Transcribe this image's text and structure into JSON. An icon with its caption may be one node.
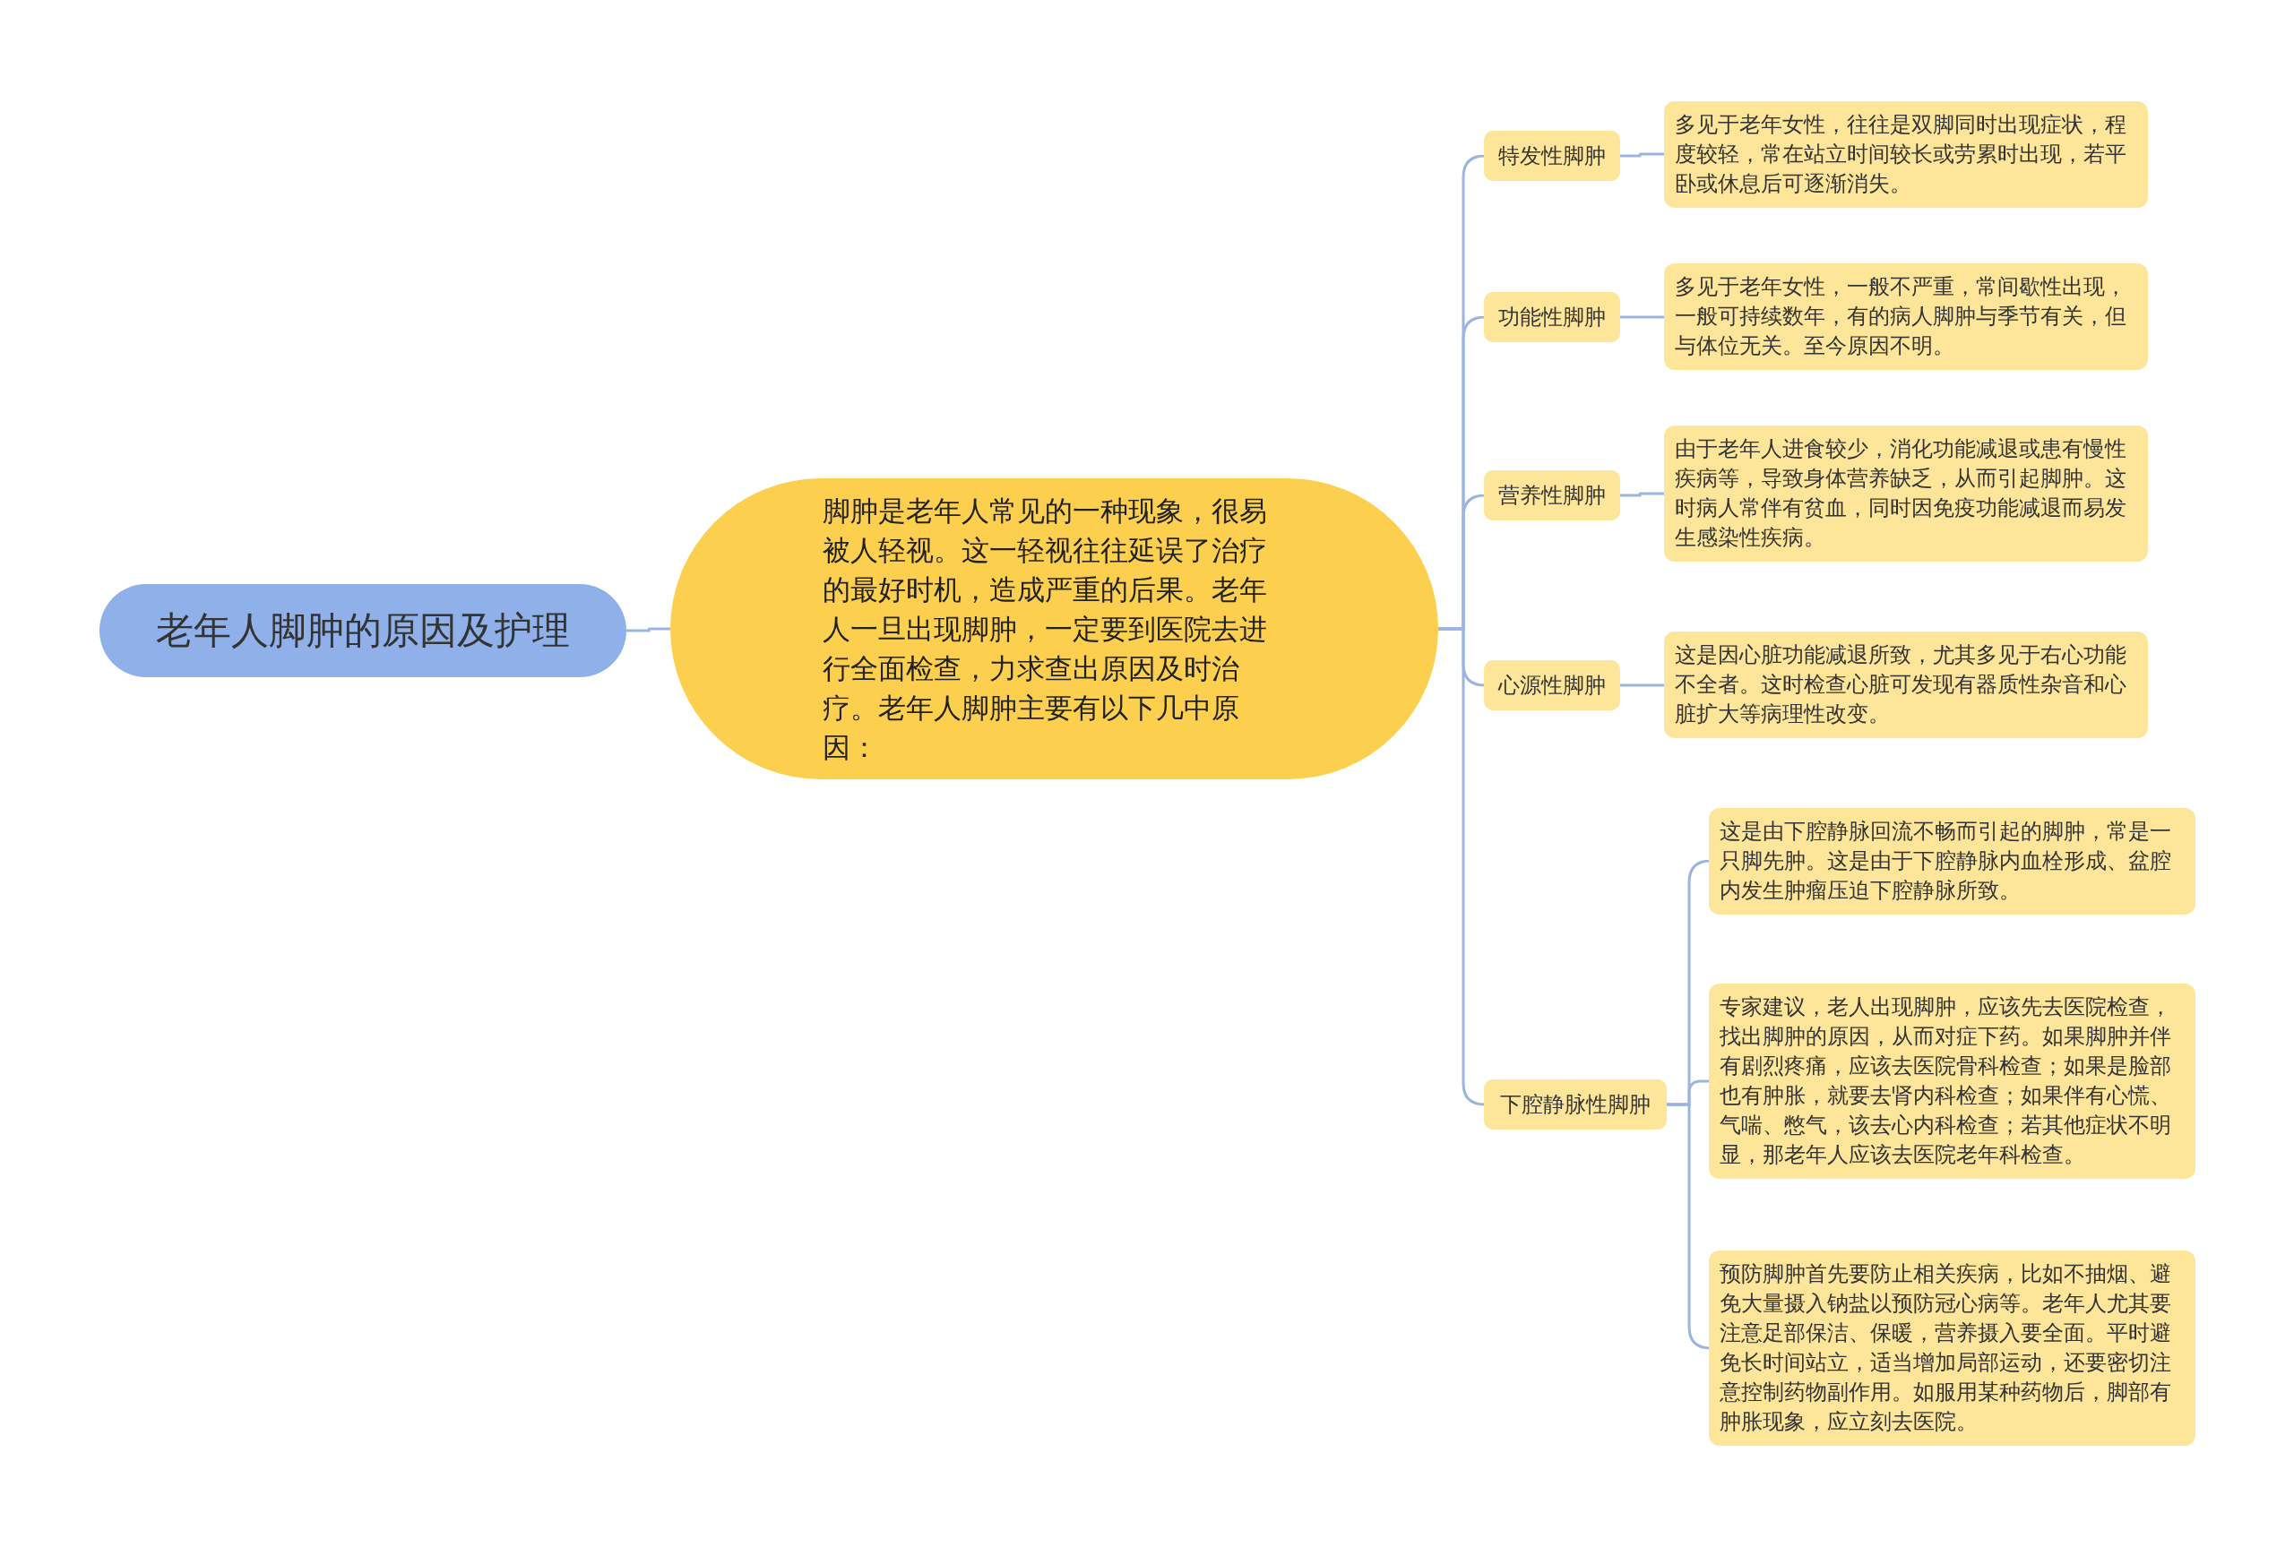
{
  "diagram": {
    "nodes": [
      {
        "text": [
          "老年人脚肿的原因及护理"
        ]
      },
      {
        "text": [
          "脚肿是老年人常见的一种现象，很易被人轻视。这一轻视往往延误了治疗的最好时机，造成严重的后果。老年人一旦出现脚肿，一定要到医院去进行全面检查，力求查出原因及时治疗。老年人脚肿主要有以下几中原因："
        ]
      },
      {
        "text": [
          "特发性脚肿"
        ]
      },
      {
        "text": [
          "多见于老年女性，往往是双脚同时出现症状，程度较轻，常在站立时间较长或劳累时出现，若平卧或休息后可逐渐消失。"
        ]
      },
      {
        "text": [
          "功能性脚肿"
        ]
      },
      {
        "text": [
          "多见于老年女性，一般不严重，常间歇性出现，一般可持续数年，有的病人脚肿与季节有关，但与体位无关。至今原因不明。"
        ]
      },
      {
        "text": [
          "营养性脚肿"
        ]
      },
      {
        "text": [
          "由于老年人进食较少，消化功能减退或患有慢性疾病等，导致身体营养缺乏，从而引起脚肿。这时病人常伴有贫血，同时因免疫功能减退而易发生感染性疾病。"
        ]
      },
      {
        "text": [
          "心源性脚肿"
        ]
      },
      {
        "text": [
          "这是因心脏功能减退所致，尤其多见于右心功能不全者。这时检查心脏可发现有器质性杂音和心脏扩大等病理性改变。"
        ]
      },
      {
        "text": [
          "下腔静脉性脚肿"
        ]
      },
      {
        "text": [
          "这是由下腔静脉回流不畅而引起的脚肿，常是一只脚先肿。这是由于下腔静脉内血栓形成、盆腔内发生肿瘤压迫下腔静脉所致。"
        ]
      },
      {
        "text": [
          "专家建议，老人出现脚肿，应该先去医院检查，找出脚肿的原因，从而对症下药。如果脚肿并伴有剧烈疼痛，应该去医院骨科检查；如果是脸部也有肿胀，就要去肾内科检查；如果伴有心慌、气喘、憋气，该去心内科检查；若其他症状不明显，那老年人应该去医院老年科检查。"
        ]
      },
      {
        "text": [
          "预防脚肿首先要防止相关疾病，比如不抽烟、避免大量摄入钠盐以预防冠心病等。老年人尤其要注意足部保洁、保暖，营养摄入要全面。平时避免长时间站立，适当增加局部运动，还要密切注意控制药物副作用。如服用某种药物后，脚部有肿胀现象，应立刻去医院。"
        ]
      }
    ],
    "edges": [
      {
        "from": 0,
        "to": 1,
        "arrow": "none"
      },
      {
        "from": 1,
        "to": 2,
        "arrow": "none"
      },
      {
        "from": 1,
        "to": 4,
        "arrow": "none"
      },
      {
        "from": 1,
        "to": 6,
        "arrow": "none"
      },
      {
        "from": 1,
        "to": 8,
        "arrow": "none"
      },
      {
        "from": 1,
        "to": 10,
        "arrow": "none"
      },
      {
        "from": 2,
        "to": 3,
        "arrow": "none"
      },
      {
        "from": 4,
        "to": 5,
        "arrow": "none"
      },
      {
        "from": 6,
        "to": 7,
        "arrow": "none"
      },
      {
        "from": 8,
        "to": 9,
        "arrow": "none"
      },
      {
        "from": 10,
        "to": 11,
        "arrow": "none"
      },
      {
        "from": 10,
        "to": 12,
        "arrow": "none"
      },
      {
        "from": 10,
        "to": 13,
        "arrow": "none"
      }
    ]
  }
}
